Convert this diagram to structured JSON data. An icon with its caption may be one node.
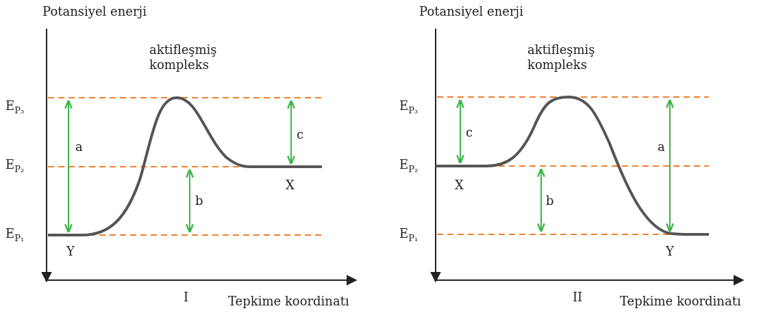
{
  "diagram": {
    "labels": [
      "Potansiyel enerji",
      "aktifleşmiş kompleks",
      "E$_{P₃}$",
      "a",
      "c",
      "E$_{P₂}$",
      "b",
      "X",
      "E$_{P₁}$",
      "Y",
      "I",
      "Tepkime koordinatı",
      "Potansiyel enerji",
      "aktifleşmiş kompleks",
      "E$_{P₃}$",
      "c",
      "a",
      "E$_{P₂}$",
      "X",
      "b",
      "E$_{P₁}$",
      "Y",
      "II",
      "Tepkime koordinatı"
    ]
  }
}
